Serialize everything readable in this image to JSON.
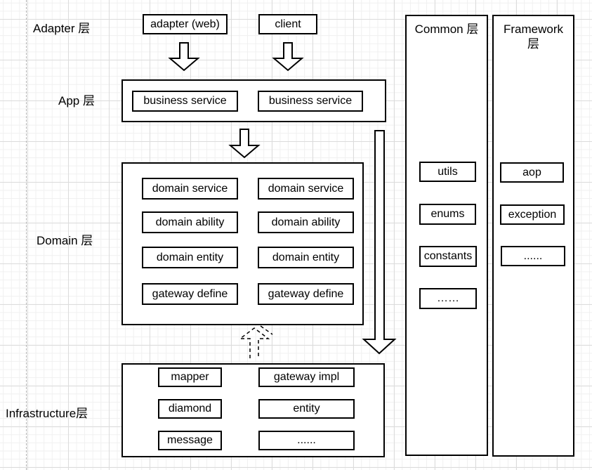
{
  "layer_labels": {
    "adapter": "Adapter 层",
    "app": "App 层",
    "domain": "Domain 层",
    "infrastructure": "Infrastructure层"
  },
  "adapter_layer": {
    "adapter_web": "adapter (web)",
    "client": "client"
  },
  "app_layer": {
    "business_service_1": "business service",
    "business_service_2": "business service"
  },
  "domain_layer": {
    "left": [
      "domain service",
      "domain ability",
      "domain entity",
      "gateway define"
    ],
    "right": [
      "domain service",
      "domain ability",
      "domain entity",
      "gateway define"
    ]
  },
  "infrastructure_layer": {
    "left": [
      "mapper",
      "diamond",
      "message"
    ],
    "right": [
      "gateway impl",
      "entity",
      "......"
    ]
  },
  "common_column": {
    "title": "Common 层",
    "items": [
      "utils",
      "enums",
      "constants",
      "……"
    ]
  },
  "framework_column": {
    "title": "Framework 层",
    "items": [
      "aop",
      "exception",
      "......"
    ]
  },
  "colors": {
    "stroke": "#000000",
    "background": "#ffffff",
    "grid_minor": "#f0f0f0",
    "grid_major": "#dcdcdc"
  }
}
